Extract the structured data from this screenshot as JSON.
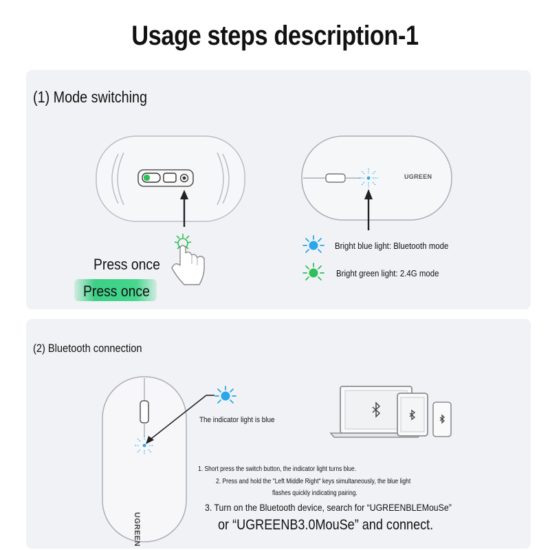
{
  "page": {
    "title": "Usage steps description-1"
  },
  "mode_switching": {
    "heading": "(1) Mode switching",
    "press_once_label": "Press once",
    "press_once_highlight": "Press once",
    "brand": "UGREEN",
    "blue_light_label": "Bright blue light: Bluetooth mode",
    "green_light_label": "Bright green light: 2.4G mode",
    "colors": {
      "blue": "#2aa7e8",
      "green": "#2fbf5a"
    }
  },
  "bluetooth_connection": {
    "heading": "(2) Bluetooth connection",
    "indicator_label": "The indicator light is blue",
    "brand": "UGREEN",
    "step1": "1. Short press the switch button, the indicator light turns blue.",
    "step2_line1": "2. Press and hold the \"Left Middle Right\" keys simultaneously, the blue light",
    "step2_line2": "flashes quickly indicating pairing.",
    "step3_line1": "3. Turn on the Bluetooth device, search for “UGREENBLEMouSe”",
    "step3_line2": "or “UGREENB3.0MouSe” and connect.",
    "devices": [
      "laptop-icon",
      "tablet-icon",
      "phone-icon"
    ],
    "device_symbol": "bluetooth-icon"
  }
}
